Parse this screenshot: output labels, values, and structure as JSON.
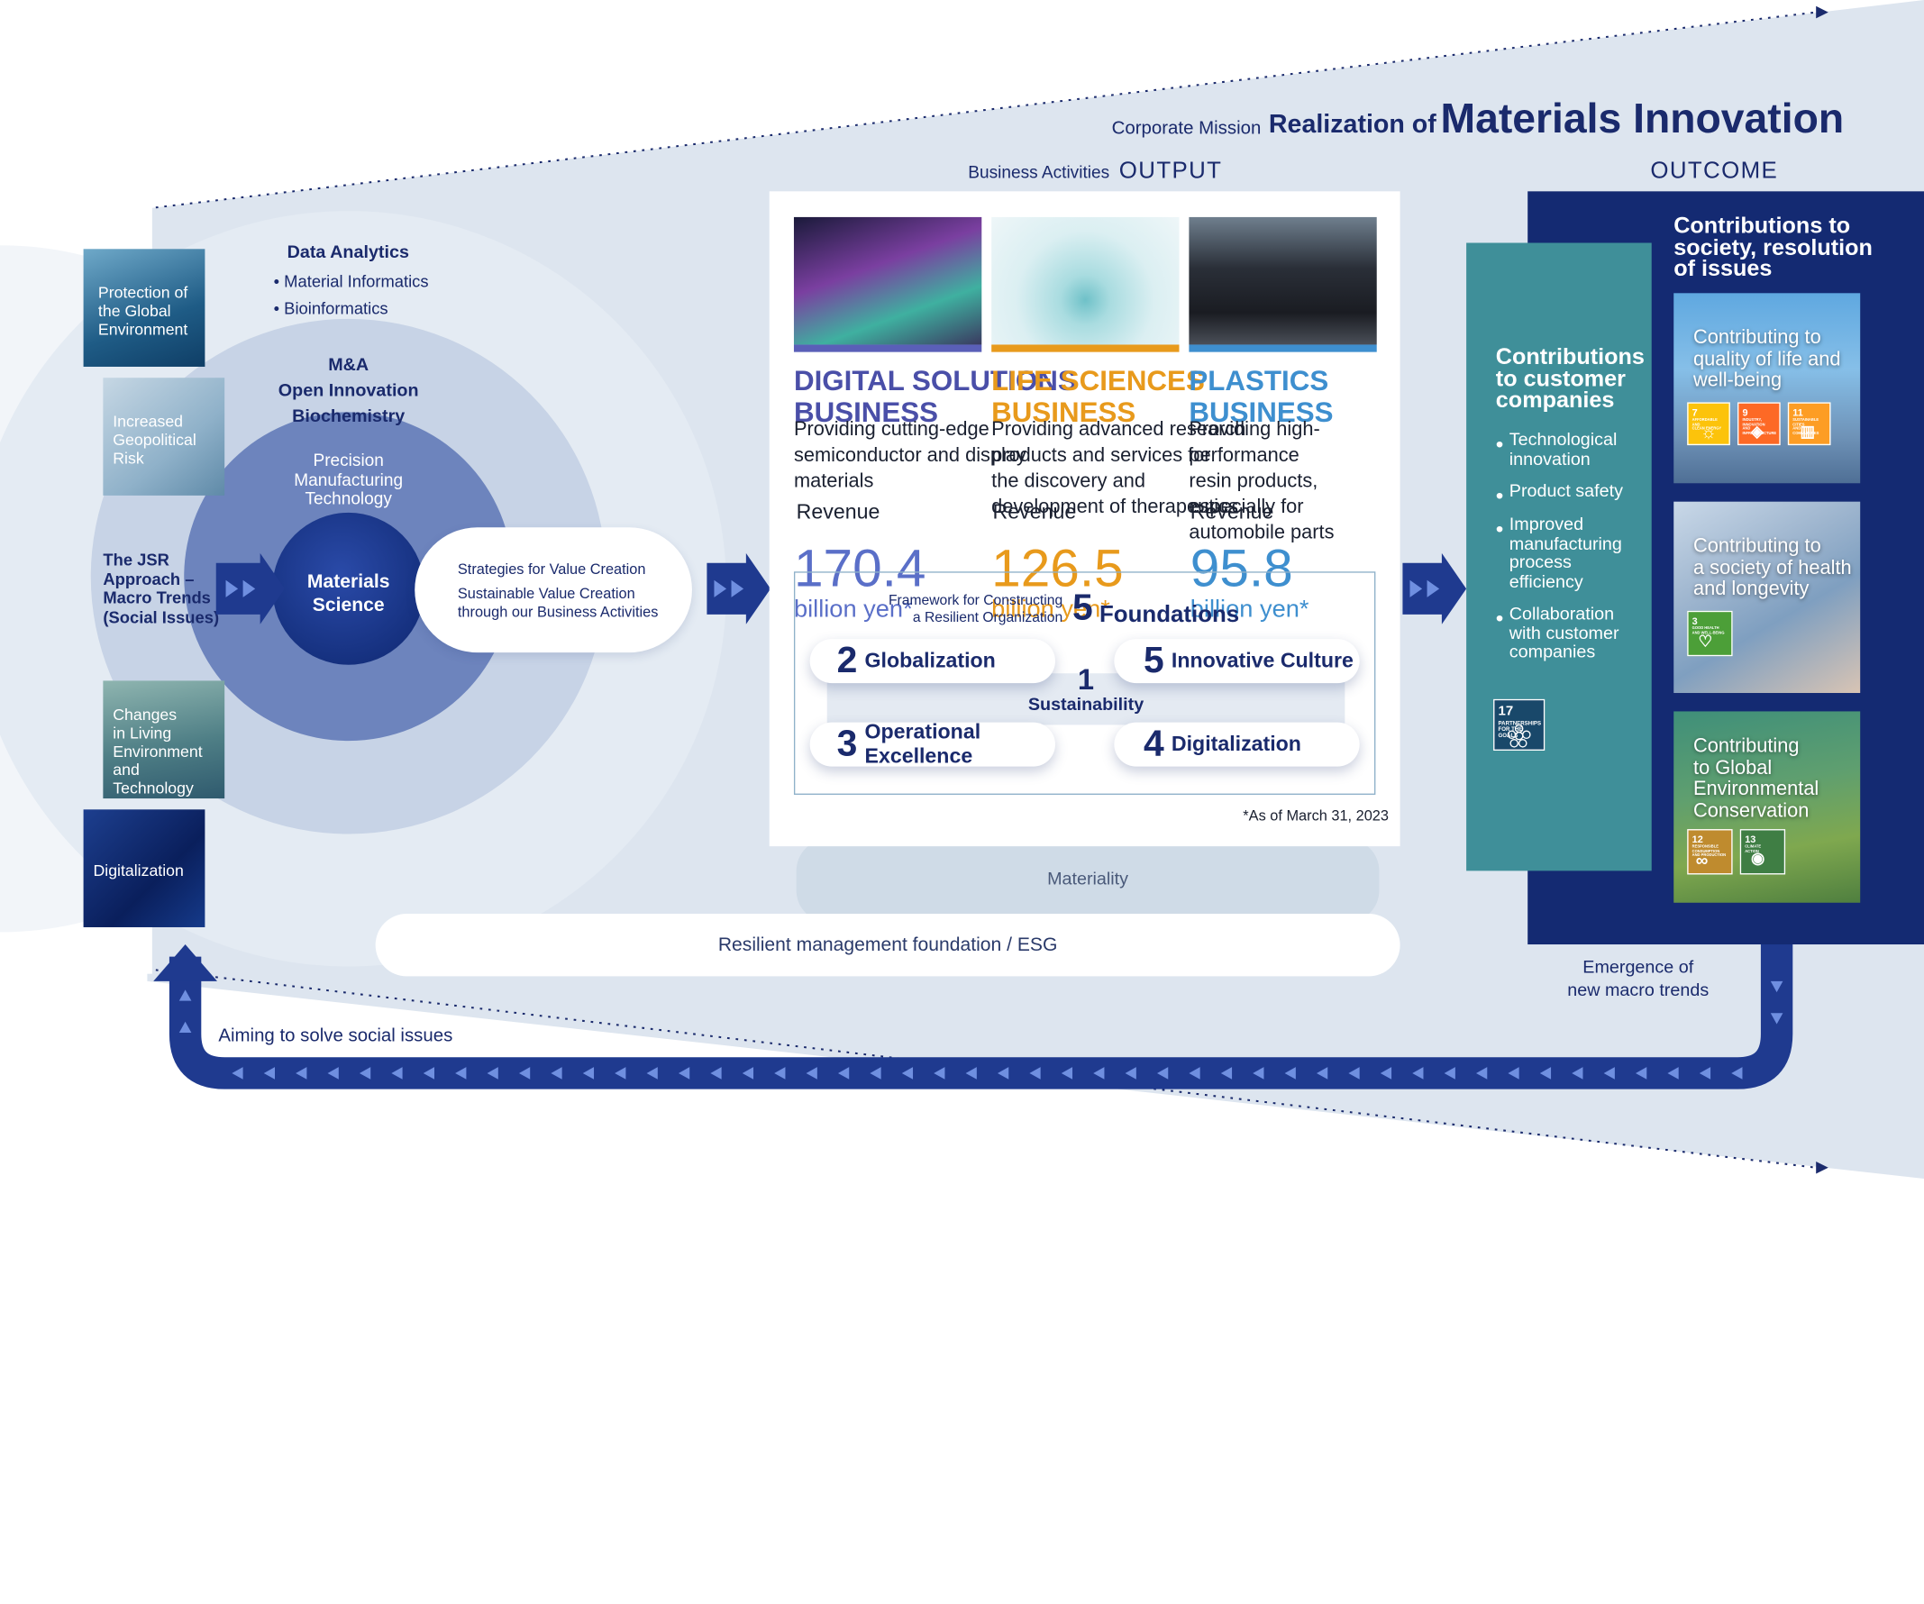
{
  "corporate_mission": {
    "label": "Corporate Mission",
    "title_prefix": "Realization of",
    "title_main": "Materials Innovation"
  },
  "section_labels": {
    "business_activities": "Business Activities",
    "output": "OUTPUT",
    "outcome": "OUTCOME"
  },
  "macro_trends": {
    "title": "The JSR\nApproach –\nMacro Trends\n(Social Issues)",
    "items": [
      {
        "label": "Protection of\nthe Global\nEnvironment"
      },
      {
        "label": "Increased\nGeopolitical\nRisk"
      },
      {
        "label": "Changes\nin Living\nEnvironment\nand Technology"
      },
      {
        "label": "Digitalization"
      }
    ]
  },
  "circles": {
    "data_analytics": {
      "title": "Data Analytics",
      "items": [
        "• Material Informatics",
        "• Bioinformatics"
      ]
    },
    "mna": "M&A\nOpen Innovation\nBiochemistry",
    "precision": "Precision\nManufacturing\nTechnology",
    "core": "Materials\nScience"
  },
  "strategies": {
    "line1": "Strategies for Value Creation",
    "line2": "Sustainable Value Creation\nthrough our Business Activities"
  },
  "businesses": [
    {
      "title": "DIGITAL SOLUTIONS\nBUSINESS",
      "desc": "Providing cutting-edge\nsemiconductor and display\nmaterials",
      "revenue_label": "Revenue",
      "revenue": "170.4",
      "unit": "billion yen*",
      "color": "#4a4fa8"
    },
    {
      "title": "LIFE SCIENCES\nBUSINESS",
      "desc": "Providing advanced research\nproducts and services for\nthe discovery and\ndevelopment of therapeutics",
      "revenue_label": "Revenue",
      "revenue": "126.5",
      "unit": "billion yen*",
      "color": "#e89a1c"
    },
    {
      "title": "PLASTICS\nBUSINESS",
      "desc": "Providing high-performance\nresin products, especially for\nautomobile parts",
      "revenue_label": "Revenue",
      "revenue": "95.8",
      "unit": "billion yen*",
      "color": "#3e8fcf"
    }
  ],
  "foundations": {
    "caption": "Framework for Constructing\na Resilient Organization",
    "count": "5",
    "title": "Foundations",
    "items": [
      {
        "num": "2",
        "label": "Globalization"
      },
      {
        "num": "5",
        "label": "Innovative Culture"
      },
      {
        "num": "1",
        "label": "Sustainability"
      },
      {
        "num": "3",
        "label": "Operational Excellence"
      },
      {
        "num": "4",
        "label": "Digitalization"
      }
    ],
    "note": "*As of March 31, 2023"
  },
  "materiality": "Materiality",
  "resilient": "Resilient management foundation / ESG",
  "customer": {
    "title": "Contributions\nto customer\ncompanies",
    "bullets": [
      "•",
      "•",
      "•",
      "•"
    ],
    "items": [
      "Technological\ninnovation",
      "Product safety",
      "Improved\nmanufacturing\nprocess\nefficiency",
      "Collaboration\nwith customer\ncompanies"
    ],
    "sdg": {
      "num": "17",
      "text": "PARTNERSHIPS\nFOR THE GOALS",
      "color": "#19486a"
    }
  },
  "society": {
    "title": "Contributions to\nsociety, resolution\nof issues",
    "cards": [
      {
        "label": "Contributing to\nquality of life and\nwell-being",
        "sdgs": [
          {
            "num": "7",
            "text": "AFFORDABLE AND\nCLEAN ENERGY",
            "color": "#fcc30b"
          },
          {
            "num": "9",
            "text": "INDUSTRY, INNOVATION\nAND INFRASTRUCTURE",
            "color": "#fd6925"
          },
          {
            "num": "11",
            "text": "SUSTAINABLE CITIES\nAND COMMUNITIES",
            "color": "#fd9d24"
          }
        ]
      },
      {
        "label": "Contributing to\na society of health\nand longevity",
        "sdgs": [
          {
            "num": "3",
            "text": "GOOD HEALTH\nAND WELL-BEING",
            "color": "#4c9f38"
          }
        ]
      },
      {
        "label": "Contributing\nto Global\nEnvironmental\nConservation",
        "sdgs": [
          {
            "num": "12",
            "text": "RESPONSIBLE\nCONSUMPTION\nAND PRODUCTION",
            "color": "#bf8b2e"
          },
          {
            "num": "13",
            "text": "CLIMATE\nACTION",
            "color": "#3f7e44"
          }
        ]
      }
    ]
  },
  "emergence": "Emergence of\nnew macro trends",
  "aiming": "Aiming to solve social issues",
  "colors": {
    "navy": "#1a2a6c",
    "teal": "#3f8f99",
    "dark_navy": "#142a72",
    "loop_blue": "#1f3a8f"
  }
}
